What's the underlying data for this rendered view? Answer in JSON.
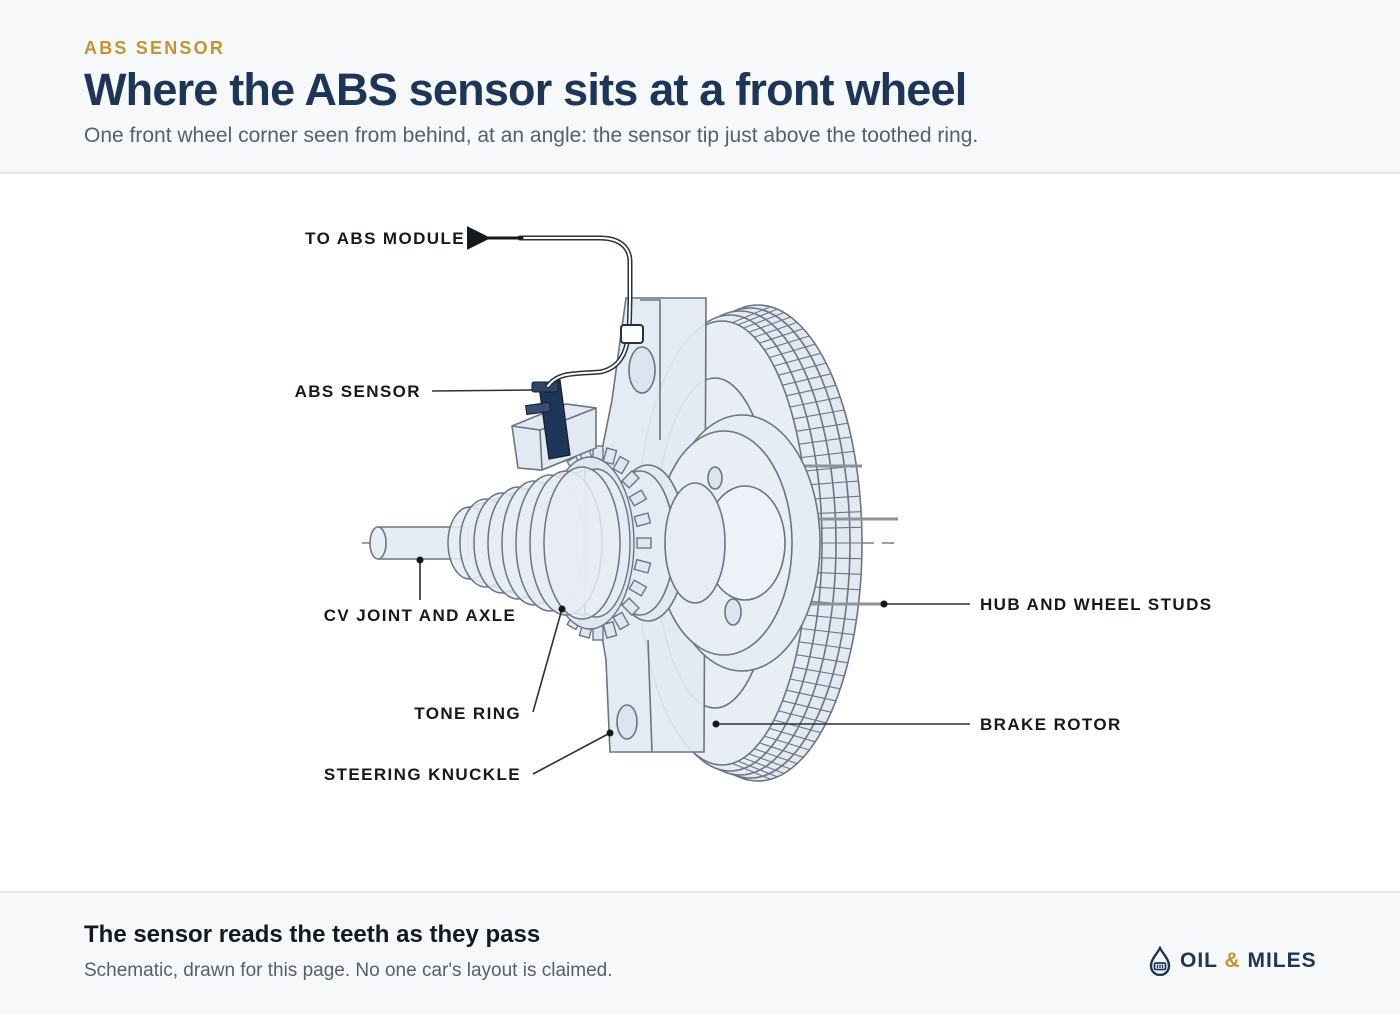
{
  "header": {
    "eyebrow": "ABS SENSOR",
    "title": "Where the ABS sensor sits at a front wheel",
    "subtitle": "One front wheel corner seen from behind, at an angle: the sensor tip just above the toothed ring."
  },
  "labels": {
    "to_module": "TO ABS MODULE",
    "abs_sensor": "ABS SENSOR",
    "cv_joint": "CV JOINT AND AXLE",
    "tone_ring": "TONE RING",
    "knuckle": "STEERING KNUCKLE",
    "hub": "HUB AND WHEEL STUDS",
    "rotor": "BRAKE ROTOR"
  },
  "footer": {
    "title": "The sensor reads the teeth as they pass",
    "note": "Schematic, drawn for this page. No one car's layout is claimed."
  },
  "brand": {
    "name_left": "OIL",
    "amp": "&",
    "name_right": "MILES",
    "icon": "oil-drop-icon"
  },
  "colors": {
    "navy": "#1d3557",
    "gold": "#c29432",
    "part_fill": "#e3e9f3",
    "part_stroke": "#6b7480",
    "sensor": "#1d3557"
  }
}
